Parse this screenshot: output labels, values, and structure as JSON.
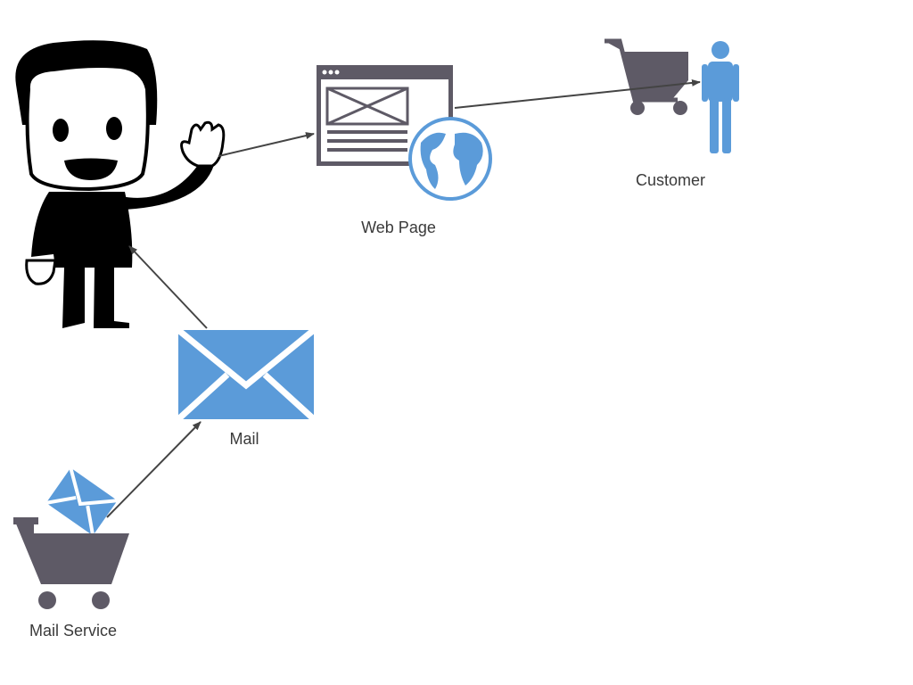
{
  "labels": {
    "web_page": "Web Page",
    "customer": "Customer",
    "mail": "Mail",
    "mail_service": "Mail Service"
  },
  "colors": {
    "blue": "#5b9bd9",
    "gray": "#5e5a66",
    "arrow": "#444444"
  }
}
